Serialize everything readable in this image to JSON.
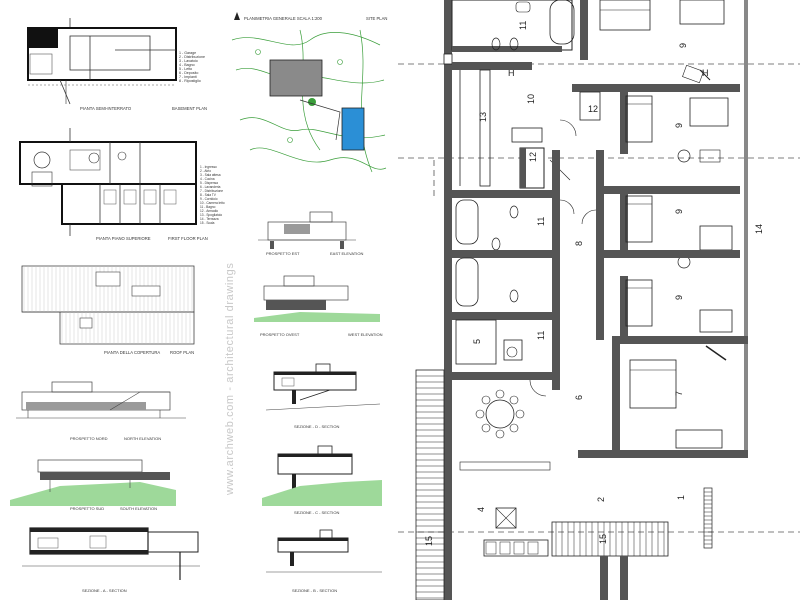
{
  "watermark": "www.archweb.com - architectural drawings",
  "drawings": {
    "basement": {
      "title_it": "PIANTA SEMI-INTERRATO",
      "title_en": "BASEMENT PLAN",
      "legend": [
        "1 - Garage",
        "2 - Distribuzione",
        "3 - Lavatoio",
        "4 - Bagno",
        "5 - Letto",
        "6 - Deposito",
        "7 - Impianti",
        "8 - Ripostiglio"
      ]
    },
    "site": {
      "title_it": "PLANIMETRIA GENERALE SCALA 1:200",
      "title_en": "SITE PLAN"
    },
    "first_floor": {
      "title_it": "PIANTA PIANO SUPERIORE",
      "title_en": "FIRST FLOOR PLAN",
      "legend": [
        "1 - Ingresso",
        "2 - Atrio",
        "3 - Sala attesa",
        "4 - Cucina",
        "5 - Dispensa",
        "6 - Lavanderia",
        "7 - Distribuzione",
        "8 - Sala TV",
        "9 - Corridoio",
        "10 - Camera letto",
        "11 - Bagno",
        "12 - Armadio",
        "13 - Spogliatoio",
        "14 - Terrazza",
        "15 - Scala"
      ]
    },
    "roof": {
      "title_it": "PIANTA DELLA COPERTURA",
      "title_en": "ROOF PLAN"
    },
    "east": {
      "title_it": "PROSPETTO EST",
      "title_en": "EAST ELEVATION"
    },
    "west": {
      "title_it": "PROSPETTO OVEST",
      "title_en": "WEST ELEVATION"
    },
    "north": {
      "title_it": "PROSPETTO NORD",
      "title_en": "NORTH ELEVATION"
    },
    "south": {
      "title_it": "PROSPETTO SUD",
      "title_en": "SOUTH ELEVATION"
    },
    "section_d": {
      "title": "SEZIONE - D - SECTION"
    },
    "section_c": {
      "title": "SEZIONE - C - SECTION"
    },
    "section_a": {
      "title": "SEZIONE - A - SECTION"
    },
    "section_b": {
      "title": "SEZIONE - B - SECTION"
    }
  },
  "detail_plan": {
    "room_numbers": {
      "bath_top": "11",
      "bed_top": "9",
      "corridor_top": "10",
      "closet_left": "13",
      "closet_mid": "12",
      "closet_right": "12",
      "bed_mid": "9",
      "bed_lower": "9",
      "bed_bottom": "9",
      "corridor_main": "8",
      "terrace": "14",
      "bath_mid": "11",
      "bath_low": "11",
      "laundry": "5",
      "distrib": "6",
      "master": "7",
      "kitchen": "4",
      "atrium": "2",
      "entry": "1",
      "stair_left": "15",
      "stair_bottom": "15"
    }
  },
  "colors": {
    "line": "#222222",
    "wall": "#555555",
    "pool": "#2b8fd6",
    "green": "#3a9e3a",
    "ground": "#9ed99a"
  }
}
